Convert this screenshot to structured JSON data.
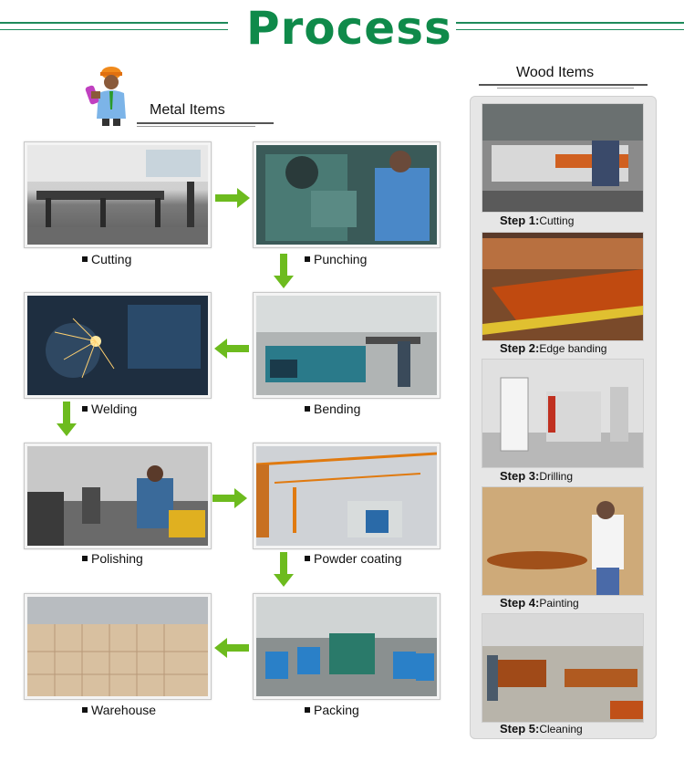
{
  "header": {
    "title": "Process"
  },
  "metal": {
    "title": "Metal Items",
    "steps": [
      {
        "label": "Cutting"
      },
      {
        "label": "Punching"
      },
      {
        "label": "Bending"
      },
      {
        "label": "Welding"
      },
      {
        "label": "Polishing"
      },
      {
        "label": "Powder coating"
      },
      {
        "label": "Packing"
      },
      {
        "label": "Warehouse"
      }
    ]
  },
  "wood": {
    "title": "Wood Items",
    "steps": [
      {
        "step": "Step 1:",
        "label": "Cutting"
      },
      {
        "step": "Step 2:",
        "label": "Edge banding"
      },
      {
        "step": "Step 3:",
        "label": "Drilling"
      },
      {
        "step": "Step 4:",
        "label": "Painting"
      },
      {
        "step": "Step 5:",
        "label": "Cleaning"
      }
    ]
  },
  "colors": {
    "brand_green": "#0f8a4a",
    "arrow_green": "#6dbb1e"
  }
}
